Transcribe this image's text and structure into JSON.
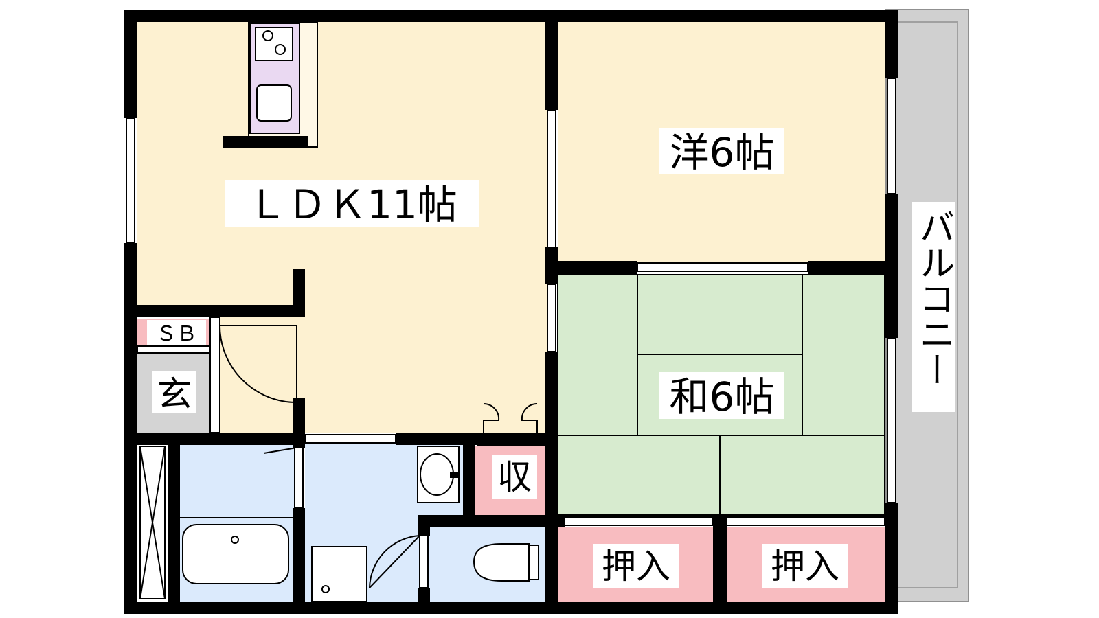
{
  "rooms": {
    "ldk": "ＬＤＫ11帖",
    "western": "洋6帖",
    "japanese": "和6帖",
    "shoe_box": "ＳＢ",
    "entrance": "玄",
    "storage": "収",
    "closet_left": "押入",
    "closet_right": "押入",
    "balcony": "バルコニー"
  },
  "colors": {
    "wall": "#000000",
    "wood_floor": "#fdf1d1",
    "tatami": "#d7ebcf",
    "wet_area": "#dbeafc",
    "closet": "#f8bcc0",
    "entrance": "#d4d4d4",
    "balcony": "#d0d0d0",
    "kitchen": "#ead9f2"
  }
}
